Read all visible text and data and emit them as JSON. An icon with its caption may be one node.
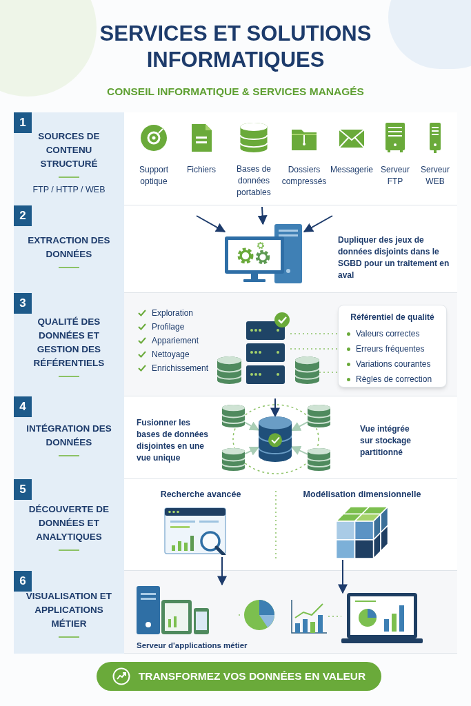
{
  "diagram": {
    "title": "SERVICES ET SOLUTIONS INFORMATIQUES",
    "nodes": [
      {
        "text": [
          "1",
          "SOURCES DE CONTENU STRUCTURÉ",
          "FTP / HTTP / WEB"
        ]
      },
      {
        "text": [
          "Support optique"
        ]
      },
      {
        "text": [
          "Fichiers"
        ]
      },
      {
        "text": [
          "Bases de données portables"
        ]
      },
      {
        "text": [
          "Dossiers compressés"
        ]
      },
      {
        "text": [
          "Messagerie"
        ]
      },
      {
        "text": [
          "Serveur FTP"
        ]
      },
      {
        "text": [
          "Serveur WEB"
        ]
      },
      {
        "text": [
          "2",
          "EXTRACTION DES DONNÉES"
        ]
      },
      {
        "text": [],
        "shape": "picture"
      },
      {
        "text": [
          "Dupliquer des jeux de données disjoints dans le SGBD pour un traitement en aval"
        ]
      },
      {
        "text": [
          "3",
          "QUALITÉ DES DONNÉES ET GESTION DES RÉFÉRENTIELS"
        ]
      },
      {
        "text": [],
        "shape": "picture"
      },
      {
        "text": [
          "Référentiel de qualité",
          "Valeurs correctes",
          "Erreurs fréquentes",
          "Variations courantes",
          "Règles de correction"
        ]
      },
      {
        "text": [],
        "shape": "cylinder"
      },
      {
        "text": [],
        "shape": "cylinder"
      },
      {
        "text": [
          "4",
          "INTÉGRATION DES DONNÉES"
        ]
      },
      {
        "text": [
          "Fusionner les bases de données disjointes en une vue unique"
        ]
      },
      {
        "text": [],
        "shape": "cylinder"
      },
      {
        "text": [],
        "shape": "cylinder"
      },
      {
        "text": [],
        "shape": "cylinder"
      },
      {
        "text": [],
        "shape": "cylinder"
      },
      {
        "text": [],
        "shape": "cylinder"
      },
      {
        "text": [
          "Vue intégrée sur stockage partitionné"
        ]
      },
      {
        "text": [
          "5",
          "DÉCOUVERTE DE DONNÉES ET ANALYTIQUES"
        ]
      },
      {
        "text": [
          "Recherche avancée"
        ]
      },
      {
        "text": [
          "Modélisation dimensionnelle"
        ]
      },
      {
        "text": [
          "6",
          "VISUALISATION ET APPLICATIONS MÉTIER"
        ]
      },
      {
        "text": [
          "Serveur d'applications métier"
        ]
      },
      {
        "text": [],
        "shape": "picture"
      },
      {
        "text": [],
        "shape": "picture"
      },
      {
        "text": [],
        "shape": "picture"
      }
    ],
    "edges": [
      {
        "from": null,
        "to": 9,
        "arrow": "to"
      },
      {
        "from": null,
        "to": 9,
        "arrow": "to"
      },
      {
        "from": null,
        "to": 9,
        "arrow": "to"
      },
      {
        "from": 12,
        "to": 13,
        "arrow": "none",
        "style": "dashed",
        "color": "#8cc265"
      },
      {
        "from": 12,
        "to": 13,
        "arrow": "none",
        "style": "dashed",
        "color": "#8cc265"
      },
      {
        "from": 15,
        "to": 13,
        "arrow": "none",
        "style": "dashed",
        "color": "#8cc265"
      },
      {
        "from": null,
        "to": 18,
        "arrow": "to"
      },
      {
        "from": 19,
        "to": 18,
        "arrow": "to",
        "color": "#a9cdb5"
      },
      {
        "from": 20,
        "to": 18,
        "arrow": "to",
        "color": "#a9cdb5"
      },
      {
        "from": 21,
        "to": 18,
        "arrow": "to",
        "color": "#a9cdb5"
      },
      {
        "from": 22,
        "to": 18,
        "arrow": "to",
        "color": "#a9cdb5"
      },
      {
        "from": 25,
        "to": 28,
        "arrow": "to"
      },
      {
        "from": 26,
        "to": 31,
        "arrow": "to"
      },
      {
        "from": 28,
        "to": 29,
        "arrow": "none",
        "style": "dashed",
        "color": "#8cc265"
      },
      {
        "from": 30,
        "to": 31,
        "arrow": "none",
        "style": "dashed",
        "color": "#8cc265"
      }
    ],
    "labels": [
      "CONSEIL INFORMATIQUE & SERVICES MANAGÉS",
      "Exploration",
      "Profilage",
      "Appariement",
      "Nettoyage",
      "Enrichissement",
      "TRANSFORMEZ VOS DONNÉES EN VALEUR"
    ]
  }
}
